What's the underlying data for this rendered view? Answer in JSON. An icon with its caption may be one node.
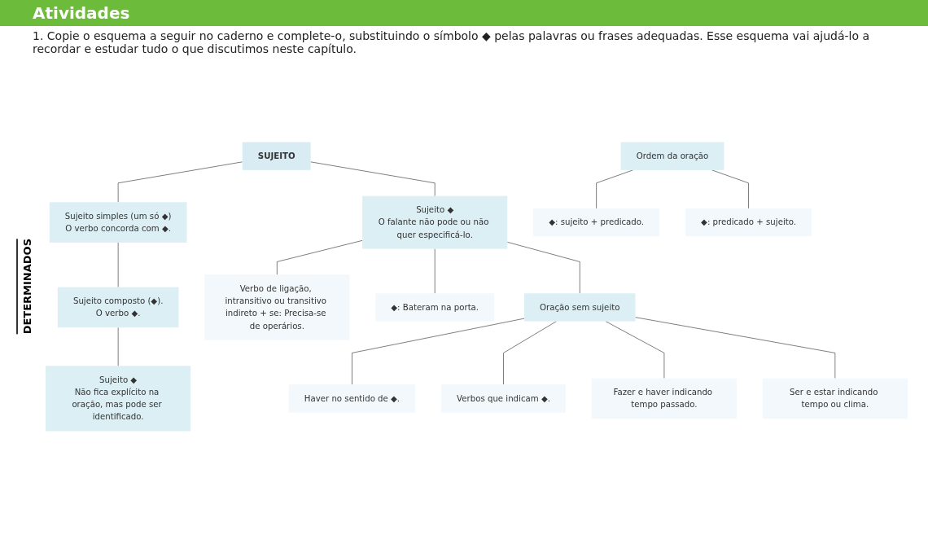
{
  "diagram": {
    "title": "Atividades",
    "nodes": [
      {
        "text": [
          "SUJEITO"
        ]
      },
      {
        "text": [
          "Sujeito simples (um só ◆)",
          "O verbo concorda com ◆."
        ]
      },
      {
        "text": [
          "Sujeito ◆",
          "O falante não pode ou não quer especificá-lo."
        ]
      },
      {
        "text": [
          "Verbo de ligação, intransitivo ou transitivo indireto + se: Precisa-se de operários."
        ]
      },
      {
        "text": [
          "◆: Bateram na porta."
        ]
      },
      {
        "text": [
          "Sujeito composto (◆).",
          "O verbo ◆."
        ]
      },
      {
        "text": [
          "Oração sem sujeito"
        ]
      },
      {
        "text": [
          "Haver no sentido de ◆."
        ]
      },
      {
        "text": [
          "Verbos que indicam ◆."
        ]
      },
      {
        "text": [
          "Fazer e haver indicando tempo passado."
        ]
      },
      {
        "text": [
          "Ser e estar indicando tempo ou clima."
        ]
      },
      {
        "text": [
          "Sujeito ◆",
          "Não fica explícito na oração, mas pode ser identificado."
        ]
      },
      {
        "text": [
          "Ordem da oração"
        ]
      },
      {
        "text": [
          "◆: sujeito + predicado."
        ]
      },
      {
        "text": [
          "◆: predicado + sujeito."
        ]
      }
    ],
    "edges": [
      {
        "from": 0,
        "to": 1,
        "arrow": "none"
      },
      {
        "from": 0,
        "to": 2,
        "arrow": "none"
      },
      {
        "from": 2,
        "to": 3,
        "arrow": "none"
      },
      {
        "from": 2,
        "to": 4,
        "arrow": "none"
      },
      {
        "from": 1,
        "to": 5,
        "arrow": "none"
      },
      {
        "from": 2,
        "to": 6,
        "arrow": "none"
      },
      {
        "from": 6,
        "to": 7,
        "arrow": "none"
      },
      {
        "from": 6,
        "to": 8,
        "arrow": "none"
      },
      {
        "from": 6,
        "to": 9,
        "arrow": "none"
      },
      {
        "from": 6,
        "to": 10,
        "arrow": "none"
      },
      {
        "from": 5,
        "to": 11,
        "arrow": "none"
      },
      {
        "from": 12,
        "to": 13,
        "arrow": "none"
      },
      {
        "from": 12,
        "to": 14,
        "arrow": "none"
      }
    ],
    "labels": [
      "1. Copie o esquema a seguir no caderno e complete-o, substituindo o símbolo ◆ pelas palavras ou frases adequadas. Esse esquema vai ajudá-lo a recordar e estudar tudo o que discutimos neste capítulo.",
      "DETERMINADOS"
    ]
  }
}
